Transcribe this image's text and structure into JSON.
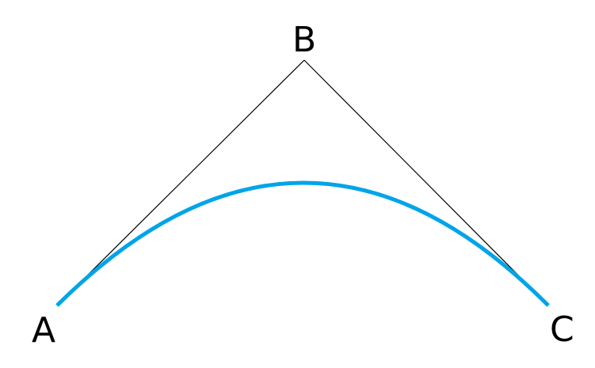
{
  "diagram": {
    "points": {
      "a": {
        "label": "A"
      },
      "b": {
        "label": "B"
      },
      "c": {
        "label": "C"
      }
    },
    "colors": {
      "control_lines": "#000000",
      "curve": "#00a4e8"
    },
    "elements": [
      {
        "kind": "line-segment",
        "from": "A",
        "to": "B"
      },
      {
        "kind": "line-segment",
        "from": "B",
        "to": "C"
      },
      {
        "kind": "quadratic-curve",
        "start": "A",
        "control": "B",
        "end": "C"
      }
    ]
  }
}
